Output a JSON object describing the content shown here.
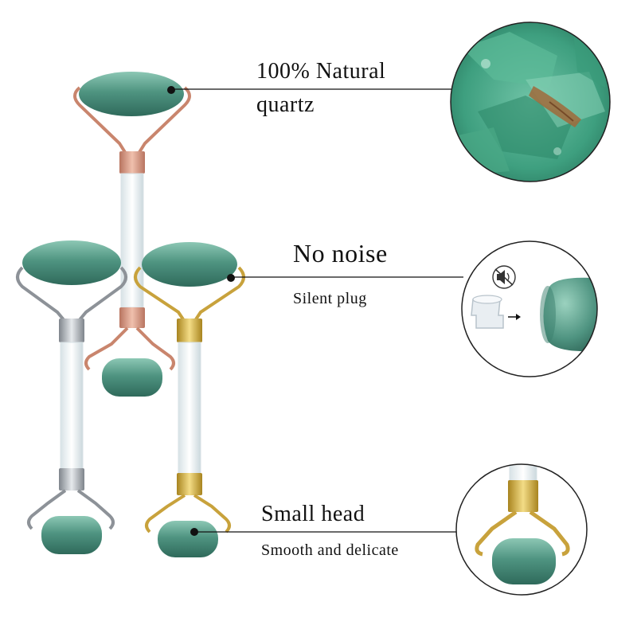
{
  "features": [
    {
      "title": "100% Natural",
      "subtitle": "quartz"
    },
    {
      "title": "No noise",
      "subtitle": "Silent plug"
    },
    {
      "title": "Small head",
      "subtitle": "Smooth and delicate"
    }
  ],
  "colors": {
    "stone": "#4f9481",
    "stone_dark": "#2f6a5b",
    "stone_light": "#7fbcaa",
    "rose_gold": "#d9967e",
    "silver": "#a9adb3",
    "gold": "#d4b04a",
    "handle": "#eef3f5",
    "line": "#111111"
  },
  "icons": {
    "silent": "muted-speaker-icon",
    "arrow": "arrow-right-icon"
  }
}
